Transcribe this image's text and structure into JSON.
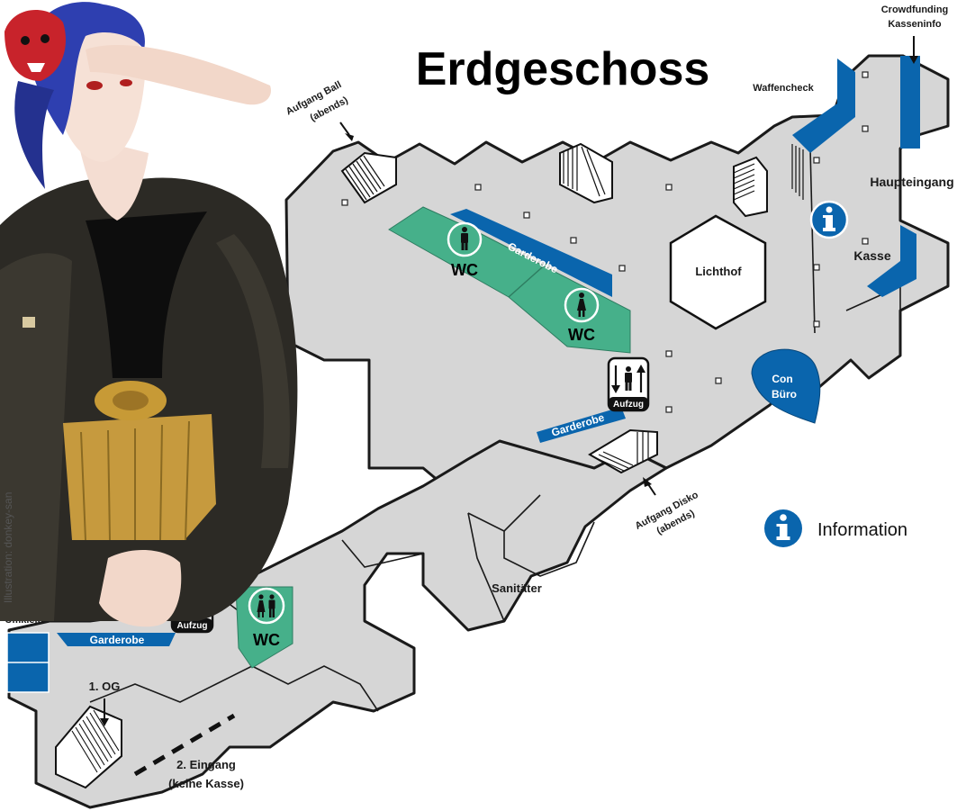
{
  "title": "Erdgeschoss",
  "credit": "Illustration: donkey-san",
  "legend": {
    "icon": "info-icon",
    "label": "Information"
  },
  "labels": {
    "crowdfunding": "Crowdfunding",
    "kasseninfo": "Kasseninfo",
    "waffencheck": "Waffencheck",
    "haupteingang": "Haupteingang",
    "kasse": "Kasse",
    "lichthof": "Lichthof",
    "con": "Con",
    "buero": "Büro",
    "aufgang_ball": "Aufgang Ball",
    "ball_abends": "(abends)",
    "aufgang_disko": "Aufgang Disko",
    "disko_abends": "(abends)",
    "garderobe_1": "Garderobe",
    "garderobe_2": "Garderobe",
    "garderobe_3": "Garderobe",
    "wc_1": "WC",
    "wc_2": "WC",
    "wc_3": "WC",
    "aufzug_1": "Aufzug",
    "aufzug_2": "Aufzug",
    "sanitaeter": "Sanitäter",
    "umkleide": "Umkleide",
    "og": "1. OG",
    "eingang2": "2. Eingang",
    "keine_kasse": "(keine Kasse)"
  },
  "icons": {
    "wc_men": "male-toilet-icon",
    "wc_women": "female-toilet-icon",
    "wc_unisex": "unisex-toilet-icon",
    "elevator": "elevator-icon",
    "stairs": "stairs-icon",
    "character": "illustrated-character-figure"
  },
  "colors": {
    "blue": "#0a65ad",
    "green": "#46b08a",
    "floor": "#d6d6d6",
    "wall": "#1a1a1a"
  }
}
